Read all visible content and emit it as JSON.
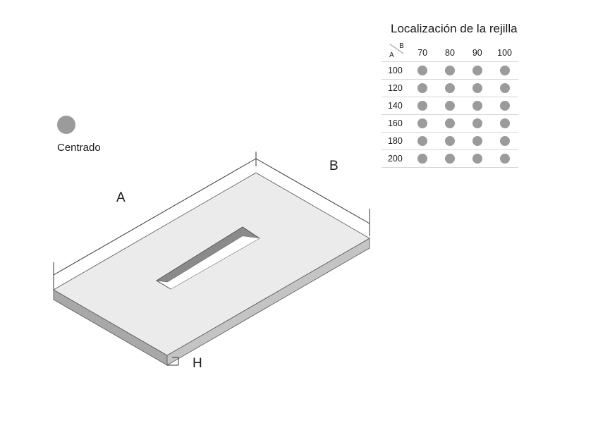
{
  "legend": {
    "label": "Centrado",
    "dot_color": "#9b9b9b"
  },
  "table": {
    "title": "Localización de la rejilla",
    "corner_a": "A",
    "corner_b": "B",
    "columns": [
      "70",
      "80",
      "90",
      "100"
    ],
    "rows": [
      {
        "label": "100",
        "cells": [
          true,
          true,
          true,
          true
        ]
      },
      {
        "label": "120",
        "cells": [
          true,
          true,
          true,
          true
        ]
      },
      {
        "label": "140",
        "cells": [
          true,
          true,
          true,
          true
        ]
      },
      {
        "label": "160",
        "cells": [
          true,
          true,
          true,
          true
        ]
      },
      {
        "label": "180",
        "cells": [
          true,
          true,
          true,
          true
        ]
      },
      {
        "label": "200",
        "cells": [
          true,
          true,
          true,
          true
        ]
      }
    ]
  },
  "dimensions": {
    "a": "A",
    "b": "B",
    "h": "H"
  },
  "colors": {
    "top_surface": "#ebebeb",
    "side_face": "#a8a8a8",
    "side_face_dark": "#8c8c8c",
    "slot_shadow": "#7a7a7a"
  }
}
